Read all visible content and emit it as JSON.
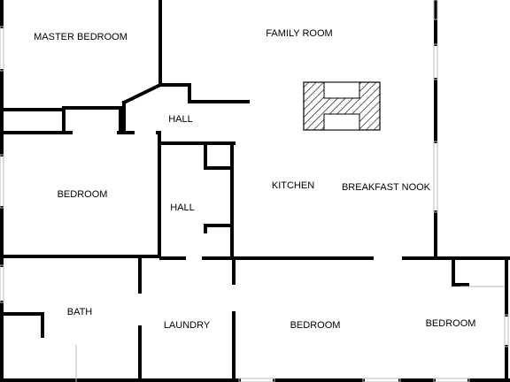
{
  "colors": {
    "wall": "#000000",
    "background": "#ffffff",
    "window": "#c8c8c8"
  },
  "rooms": {
    "master_bedroom": "MASTER BEDROOM",
    "family_room": "FAMILY ROOM",
    "hall_upper": "HALL",
    "bedroom_west": "BEDROOM",
    "hall_center": "HALL",
    "kitchen": "KITCHEN",
    "breakfast_nook": "BREAKFAST NOOK",
    "bath": "BATH",
    "laundry": "LAUNDRY",
    "bedroom_south": "BEDROOM",
    "bedroom_east": "BEDROOM"
  },
  "fixtures": {
    "fireplace_icon": "fireplace-icon"
  }
}
